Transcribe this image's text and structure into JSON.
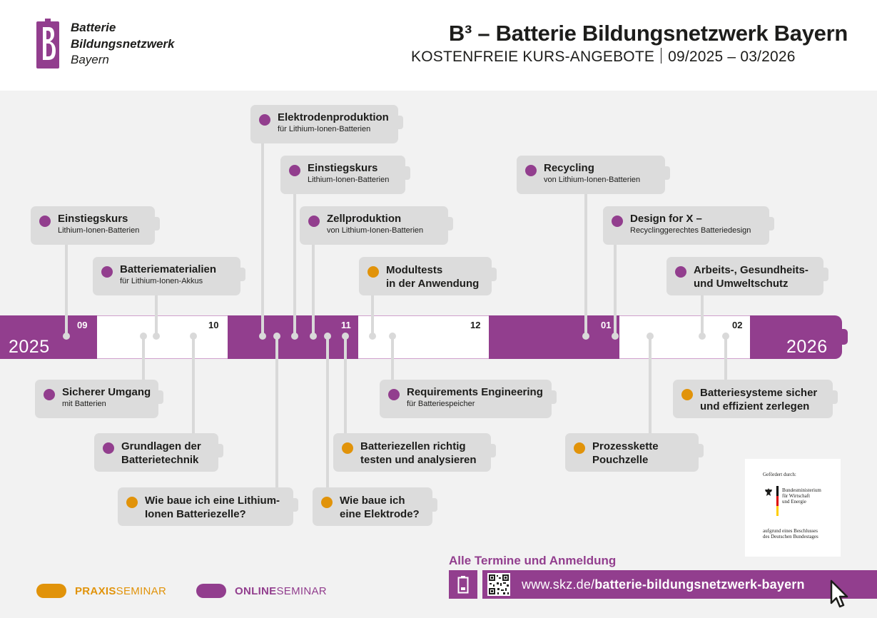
{
  "header": {
    "logo_line1": "Batterie",
    "logo_line2": "Bildungsnetzwerk",
    "logo_line3": "Bayern",
    "title": "B³ – Batterie Bildungsnetzwerk Bayern",
    "subtitle_left": "KOSTENFREIE KURS-ANGEBOTE",
    "subtitle_right": "09/2025 – 03/2026"
  },
  "timeline": {
    "year_start": "2025",
    "year_end": "2026",
    "months": [
      "09",
      "10",
      "11",
      "12",
      "01",
      "02"
    ]
  },
  "courses_above": [
    {
      "title": "Elektrodenproduktion",
      "sub": "für Lithium-Ionen-Batterien",
      "type": "online"
    },
    {
      "title": "Einstiegskurs",
      "sub": "Lithium-Ionen-Batterien",
      "type": "online"
    },
    {
      "title": "Recycling",
      "sub": "von Lithium-Ionen-Batterien",
      "type": "online"
    },
    {
      "title": "Einstiegskurs",
      "sub": "Lithium-Ionen-Batterien",
      "type": "online"
    },
    {
      "title": "Zellproduktion",
      "sub": "von Lithium-Ionen-Batterien",
      "type": "online"
    },
    {
      "title": "Design for X –",
      "sub": "Recyclinggerechtes Batteriedesign",
      "type": "online"
    },
    {
      "title": "Batteriematerialien",
      "sub": "für Lithium-Ionen-Akkus",
      "type": "online"
    },
    {
      "title": "Modultests",
      "title2": "in der Anwendung",
      "type": "praxis"
    },
    {
      "title": "Arbeits-, Gesundheits-",
      "title2": "und Umweltschutz",
      "type": "online"
    }
  ],
  "courses_below": [
    {
      "title": "Sicherer Umgang",
      "sub": "mit Batterien",
      "type": "online"
    },
    {
      "title": "Requirements Engineering",
      "sub": "für Batteriespeicher",
      "type": "online"
    },
    {
      "title": "Batteriesysteme sicher",
      "title2": "und effizient zerlegen",
      "type": "praxis"
    },
    {
      "title": "Grundlagen der",
      "title2": "Batterietechnik",
      "type": "online"
    },
    {
      "title": "Batteriezellen richtig",
      "title2": "testen und analysieren",
      "type": "praxis"
    },
    {
      "title": "Prozesskette",
      "title2": "Pouchzelle",
      "type": "praxis"
    },
    {
      "title": "Wie baue ich eine Lithium-",
      "title2": "Ionen Batteriezelle?",
      "type": "praxis"
    },
    {
      "title": "Wie baue ich",
      "title2": "eine Elektrode?",
      "type": "praxis"
    }
  ],
  "legend": {
    "praxis_bold": "PRAXIS",
    "praxis_rest": "SEMINAR",
    "online_bold": "ONLINE",
    "online_rest": "SEMINAR",
    "praxis_color": "#e1930a",
    "online_color": "#923e8e"
  },
  "funding": {
    "line1": "Gefördert durch:",
    "ministry_line1": "Bundesministerium",
    "ministry_line2": "für Wirtschaft",
    "ministry_line3": "und Energie",
    "line3a": "aufgrund eines Beschlusses",
    "line3b": "des Deutschen Bundestages"
  },
  "registration": {
    "title": "Alle Termine und Anmeldung",
    "url_prefix": "www.skz.de/",
    "url_bold": "batterie-bildungsnetzwerk-bayern"
  },
  "colors": {
    "purple": "#923e8e",
    "orange": "#e1930a",
    "card": "#dcdcdc",
    "background": "#f2f2f2"
  },
  "icons": [
    "battery-icon",
    "qr-code-icon",
    "mouse-cursor-icon",
    "federal-eagle-icon"
  ]
}
